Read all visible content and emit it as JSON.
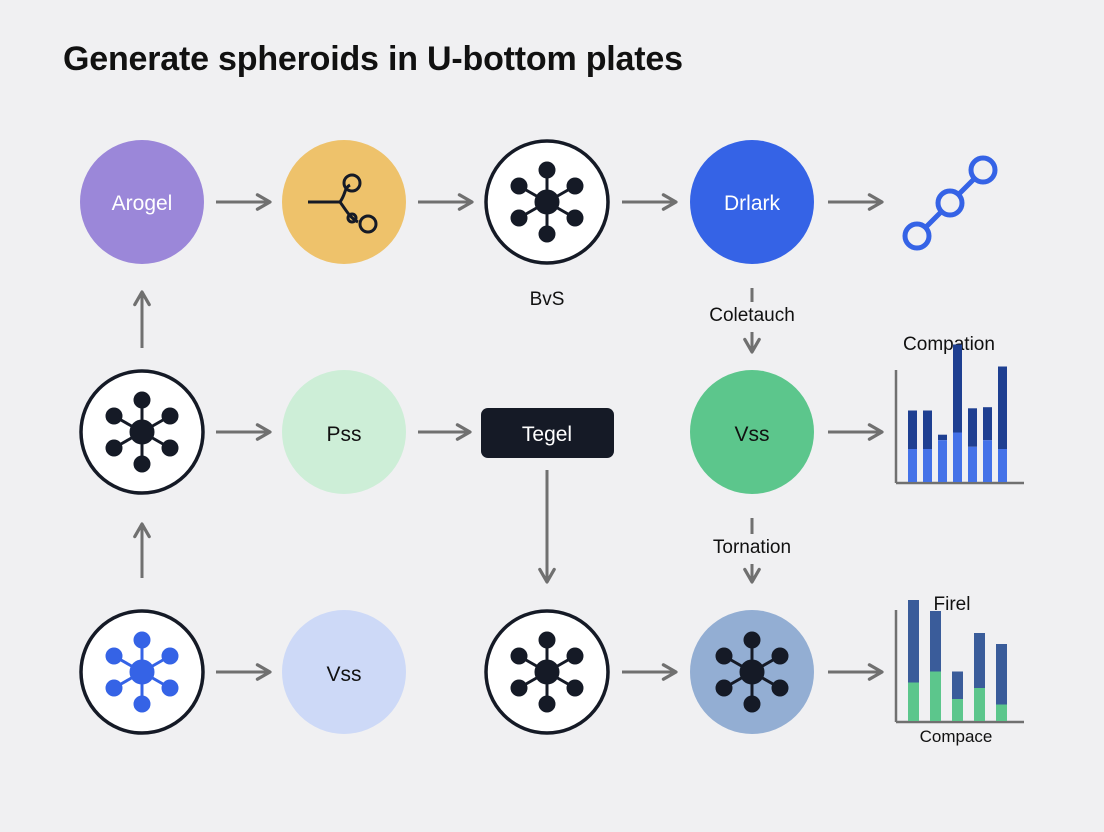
{
  "title": "Generate spheroids in U-bottom plates",
  "nodes": {
    "arogel": "Arogel",
    "drlark": "Drlark",
    "pss": "Pss",
    "tegel": "Tegel",
    "vss_green": "Vss",
    "vss_blue": "Vss"
  },
  "labels": {
    "bvs": "BvS",
    "coletauch": "Coletauch",
    "tornation": "Tornation",
    "compation": "Compation",
    "firel": "Firel",
    "compace": "Compace"
  },
  "colors": {
    "purple": "#9b87d9",
    "yellow": "#eec26b",
    "blue": "#3563e6",
    "green_light": "#cdeed7",
    "green": "#5cc68c",
    "blue_light": "#cdd9f7",
    "steel": "#93aed3",
    "dark": "#151a26",
    "arrow": "#707070"
  },
  "chart_data": [
    {
      "type": "bar",
      "title": "Compation",
      "series": [
        {
          "values": [
            0.35,
            0.35,
            0.05,
            0.8,
            0.35,
            0.3,
            0.75
          ]
        },
        {
          "values": [
            0.3,
            0.3,
            0.38,
            0.45,
            0.32,
            0.38,
            0.3
          ]
        }
      ],
      "categories": [
        "",
        "",
        "",
        "",
        "",
        "",
        ""
      ]
    },
    {
      "type": "bar",
      "title": "Firel",
      "xlabel": "Compace",
      "series": [
        {
          "values": [
            0.75,
            0.55,
            0.25,
            0.5,
            0.55
          ]
        },
        {
          "values": [
            0.35,
            0.45,
            0.2,
            0.3,
            0.15
          ]
        }
      ],
      "categories": [
        "",
        "",
        "",
        "",
        ""
      ]
    }
  ]
}
